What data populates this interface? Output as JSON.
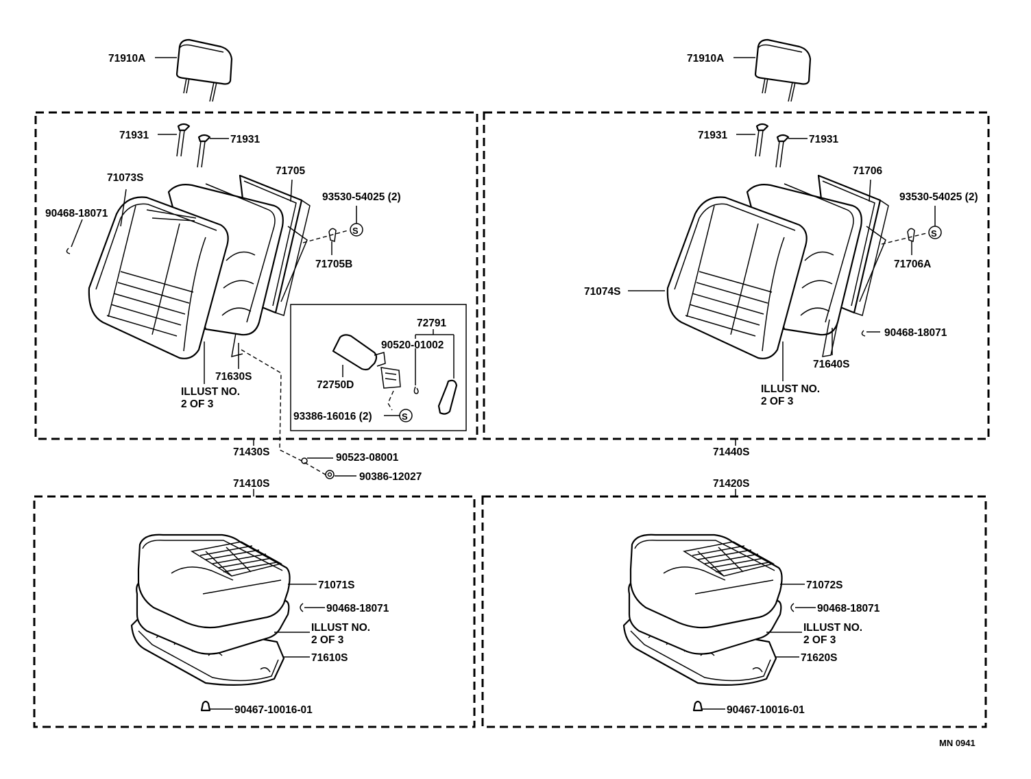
{
  "labels": {
    "headrest_left": "71910A",
    "headrest_right": "71910A",
    "support_l1": "71931",
    "support_l2": "71931",
    "support_r1": "71931",
    "support_r2": "71931",
    "back_cover_left": "71073S",
    "back_cover_right": "71074S",
    "hog_ring_left_top": "90468-18071",
    "hog_ring_right_mid": "90468-18071",
    "back_frame_left": "71705",
    "back_frame_right": "71706",
    "screw_left_top": "93530-54025 (2)",
    "screw_right_top": "93530-54025 (2)",
    "bracket_left": "71705B",
    "bracket_right": "71706A",
    "spring_left": "71630S",
    "spring_right": "71640S",
    "illust_left_back_1": "ILLUST NO.",
    "illust_left_back_2": "2 OF 3",
    "illust_right_back_1": "ILLUST NO.",
    "illust_right_back_2": "2 OF 3",
    "lever_assy": "72791",
    "lever_pin": "90520-01002",
    "lever_knob": "72750D",
    "lever_screw": "93386-16016 (2)",
    "back_assy_left": "71430S",
    "back_assy_right": "71440S",
    "washer": "90523-08001",
    "nut": "90386-12027",
    "cushion_assy_left": "71410S",
    "cushion_assy_right": "71420S",
    "cushion_cover_left": "71071S",
    "cushion_cover_right": "71072S",
    "hog_ring_left_bottom": "90468-18071",
    "hog_ring_right_bottom": "90468-18071",
    "illust_left_cush_1": "ILLUST NO.",
    "illust_left_cush_2": "2 OF 3",
    "illust_right_cush_1": "ILLUST NO.",
    "illust_right_cush_2": "2 OF 3",
    "cushion_frame_left": "71610S",
    "cushion_frame_right": "71620S",
    "clip_left": "90467-10016-01",
    "clip_right": "90467-10016-01",
    "diagram_code": "MN 0941",
    "s_mark": "S"
  }
}
